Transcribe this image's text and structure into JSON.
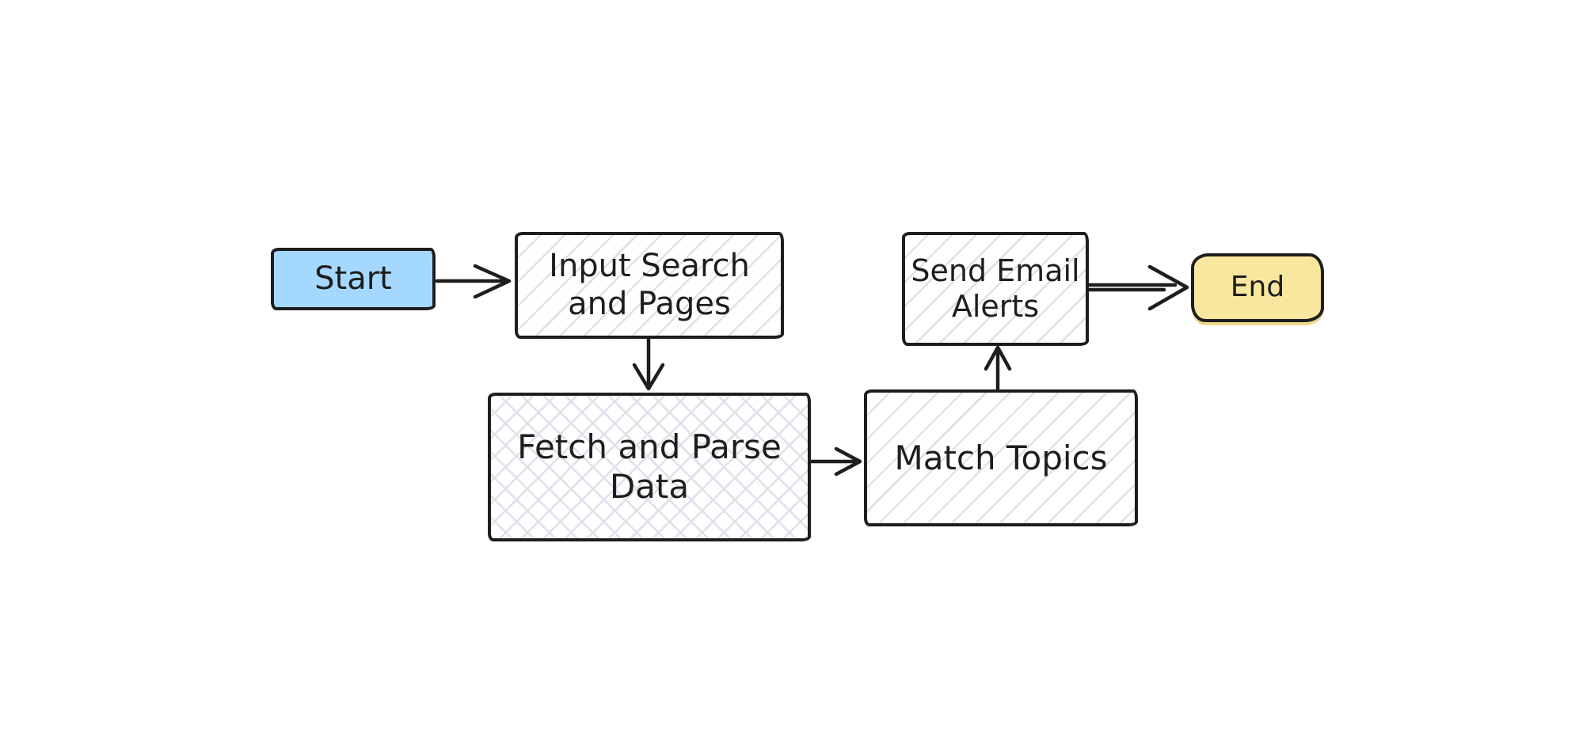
{
  "diagram": {
    "type": "flowchart",
    "background": "#ffffff",
    "stroke_color": "#1e1e1e",
    "hatch_line_color": "#dde2ea",
    "nodes": {
      "start": {
        "label": "Start",
        "shape": "rectangle",
        "fill": "#a5d8ff",
        "pattern": "solid"
      },
      "input": {
        "label": "Input Search\nand Pages",
        "shape": "rectangle",
        "fill": "#ffffff",
        "pattern": "diagonal-hatch"
      },
      "fetch": {
        "label": "Fetch and Parse\nData",
        "shape": "rectangle",
        "fill": "#ffffff",
        "pattern": "cross-hatch"
      },
      "match": {
        "label": "Match Topics",
        "shape": "rectangle",
        "fill": "#ffffff",
        "pattern": "diagonal-hatch"
      },
      "send": {
        "label": "Send Email\nAlerts",
        "shape": "rectangle",
        "fill": "#ffffff",
        "pattern": "diagonal-hatch"
      },
      "end": {
        "label": "End",
        "shape": "rounded-rectangle",
        "fill": "#f9e7a0",
        "pattern": "solid"
      }
    },
    "edges": [
      {
        "from": "start",
        "to": "input",
        "direction": "right"
      },
      {
        "from": "input",
        "to": "fetch",
        "direction": "down"
      },
      {
        "from": "fetch",
        "to": "match",
        "direction": "right"
      },
      {
        "from": "match",
        "to": "send",
        "direction": "up"
      },
      {
        "from": "send",
        "to": "end",
        "direction": "right"
      }
    ]
  }
}
